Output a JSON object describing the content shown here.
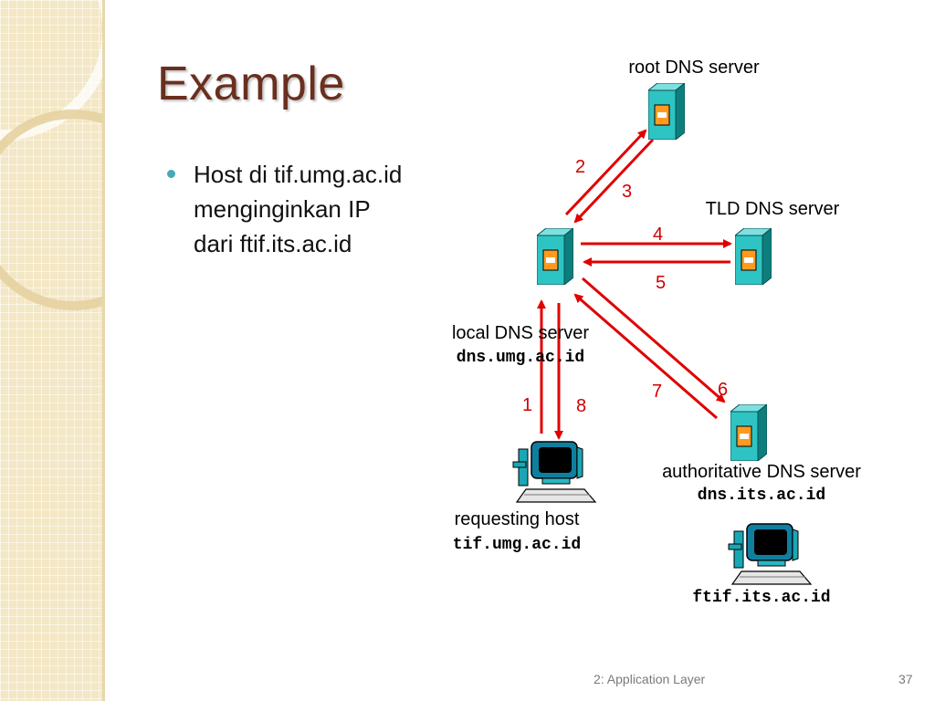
{
  "title": "Example",
  "bullet": {
    "text": "Host di tif.umg.ac.id menginginkan IP dari ftif.its.ac.id"
  },
  "diagram": {
    "root_label": "root DNS server",
    "tld_label": "TLD DNS server",
    "local_label": "local DNS server",
    "local_name": "dns.umg.ac.id",
    "auth_label": "authoritative DNS server",
    "auth_name": "dns.its.ac.id",
    "requesting_label": "requesting host",
    "requesting_name": "tif.umg.ac.id",
    "target_name": "ftif.its.ac.id",
    "steps": [
      "1",
      "2",
      "3",
      "4",
      "5",
      "6",
      "7",
      "8"
    ]
  },
  "colors": {
    "arrow": "#e00000",
    "server_face": "#2fc4c4",
    "server_side": "#0d7e7e",
    "title": "#6a2f1e",
    "accent": "#46aab7"
  },
  "footer": {
    "left": "2: Application Layer",
    "page": "37"
  }
}
